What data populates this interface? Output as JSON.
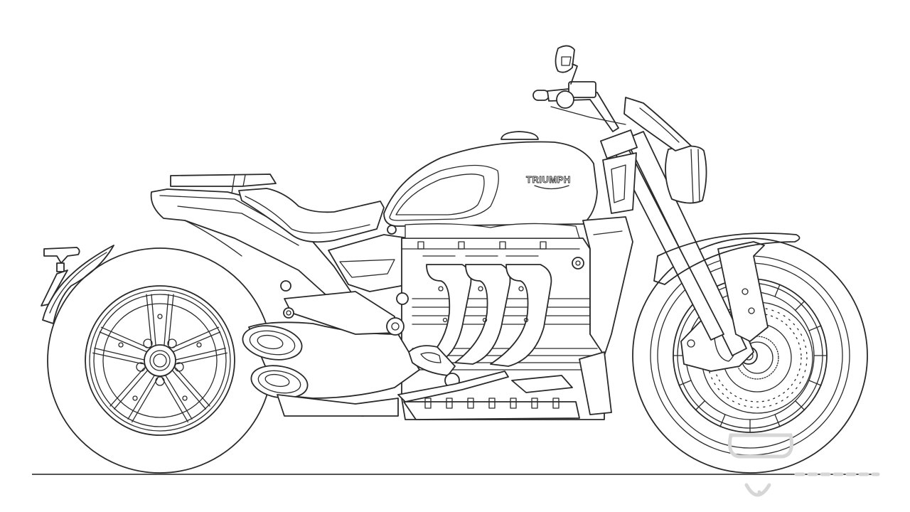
{
  "image": {
    "subject": "Motorcycle line drawing, side view",
    "background_color": "#ffffff",
    "line_color": "#2a2a2a",
    "ground_line_color": "#555555",
    "watermark_color": "#d6d6d6"
  },
  "motorcycle": {
    "tank_badge_text": "TRIUMPH",
    "parts": [
      "rear-wheel",
      "front-wheel",
      "fuel-tank",
      "seat",
      "pillion-seat",
      "rear-fender",
      "license-plate-holder",
      "twin-exhaust",
      "engine",
      "exhaust-headers",
      "front-fork",
      "headlight",
      "fly-screen",
      "handlebar",
      "mirror",
      "front-fender",
      "brake-disc",
      "radiator",
      "footpeg"
    ]
  }
}
